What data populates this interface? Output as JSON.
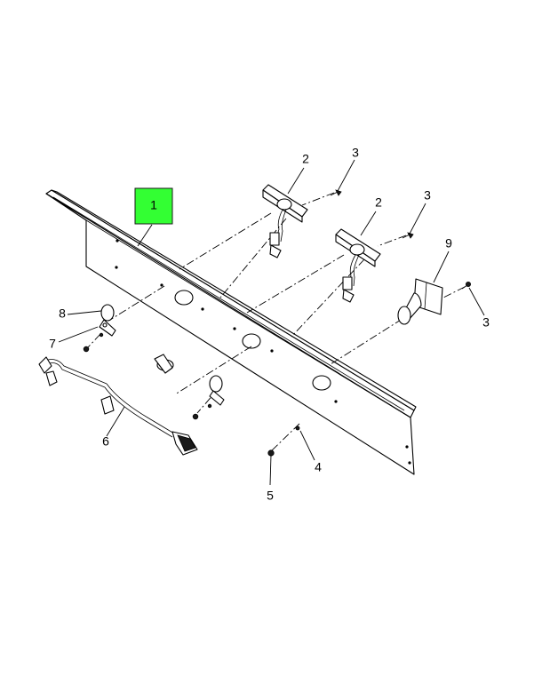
{
  "callouts": [
    {
      "id": "1",
      "label": "1",
      "highlighted": true
    },
    {
      "id": "2a",
      "label": "2"
    },
    {
      "id": "2b",
      "label": "2"
    },
    {
      "id": "3a",
      "label": "3"
    },
    {
      "id": "3b",
      "label": "3"
    },
    {
      "id": "3c",
      "label": "3"
    },
    {
      "id": "4",
      "label": "4"
    },
    {
      "id": "5",
      "label": "5"
    },
    {
      "id": "6",
      "label": "6"
    },
    {
      "id": "7",
      "label": "7"
    },
    {
      "id": "8",
      "label": "8"
    },
    {
      "id": "9",
      "label": "9"
    }
  ],
  "colors": {
    "highlight_fill": "#33ff33",
    "highlight_stroke": "#1a1a1a",
    "line": "#000000",
    "background": "#ffffff"
  }
}
